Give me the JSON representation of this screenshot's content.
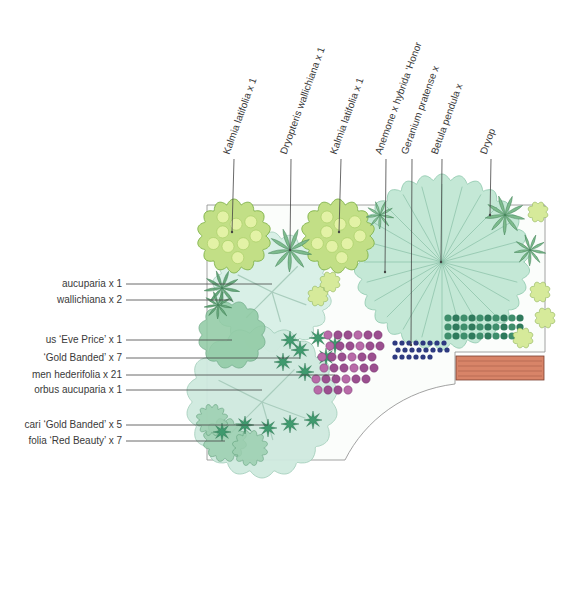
{
  "diagram": {
    "labels": [
      "Kalmia latifolia x 1",
      "Dryopteris wallichiana x 1",
      "Kalmia latifolia x 1",
      "Anemone x hybrida ‘Honor",
      "Geranium pratense x",
      "Betula pendula x",
      "Dryop",
      "aucuparia x 1",
      "wallichiana x 2",
      "us ‘Eve Price’ x 1",
      "‘Gold Banded’ x 7",
      "men hederifolia x 21",
      "orbus aucuparia x 1",
      "cari ‘Gold Banded’ x 5",
      "folia ‘Red Beauty’ x 7"
    ]
  }
}
